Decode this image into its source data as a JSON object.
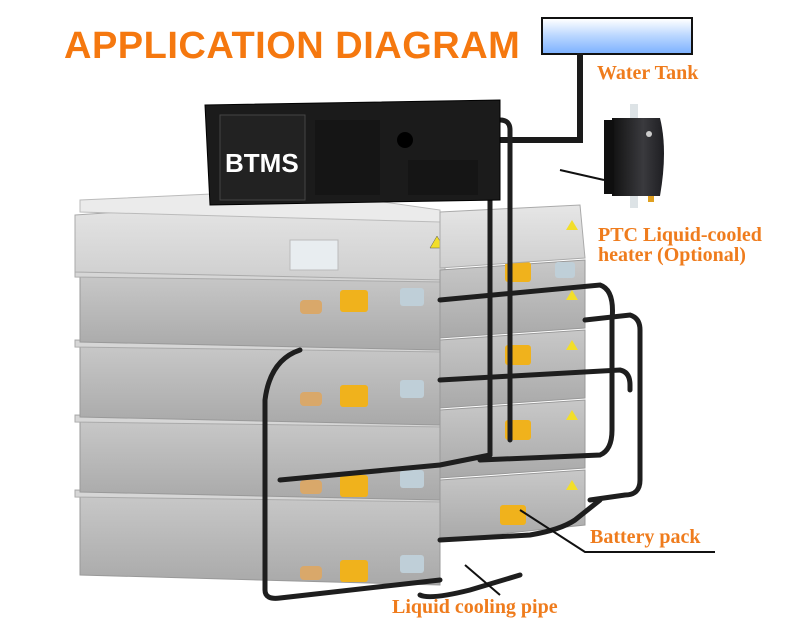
{
  "title": "APPLICATION DIAGRAM",
  "components": {
    "btms": {
      "label": "BTMS"
    },
    "water_tank": {
      "label": "Water Tank",
      "fill_color": "#9cc6ff"
    },
    "ptc_heater": {
      "label_line1": "PTC Liquid-cooled",
      "label_line2": "heater (Optional)"
    },
    "battery_pack": {
      "label": "Battery pack"
    },
    "cooling_pipe": {
      "label": "Liquid cooling pipe"
    }
  },
  "colors": {
    "accent": "#f5780f",
    "label": "#ef7c1d",
    "pack_body": "#c9c9c9",
    "connector": "#f0b21c",
    "pipe": "#1e1e1e",
    "btms_case": "#1b1b1b"
  },
  "layout_summary": {
    "left_stack_packs": 5,
    "right_stack_packs": 5
  }
}
